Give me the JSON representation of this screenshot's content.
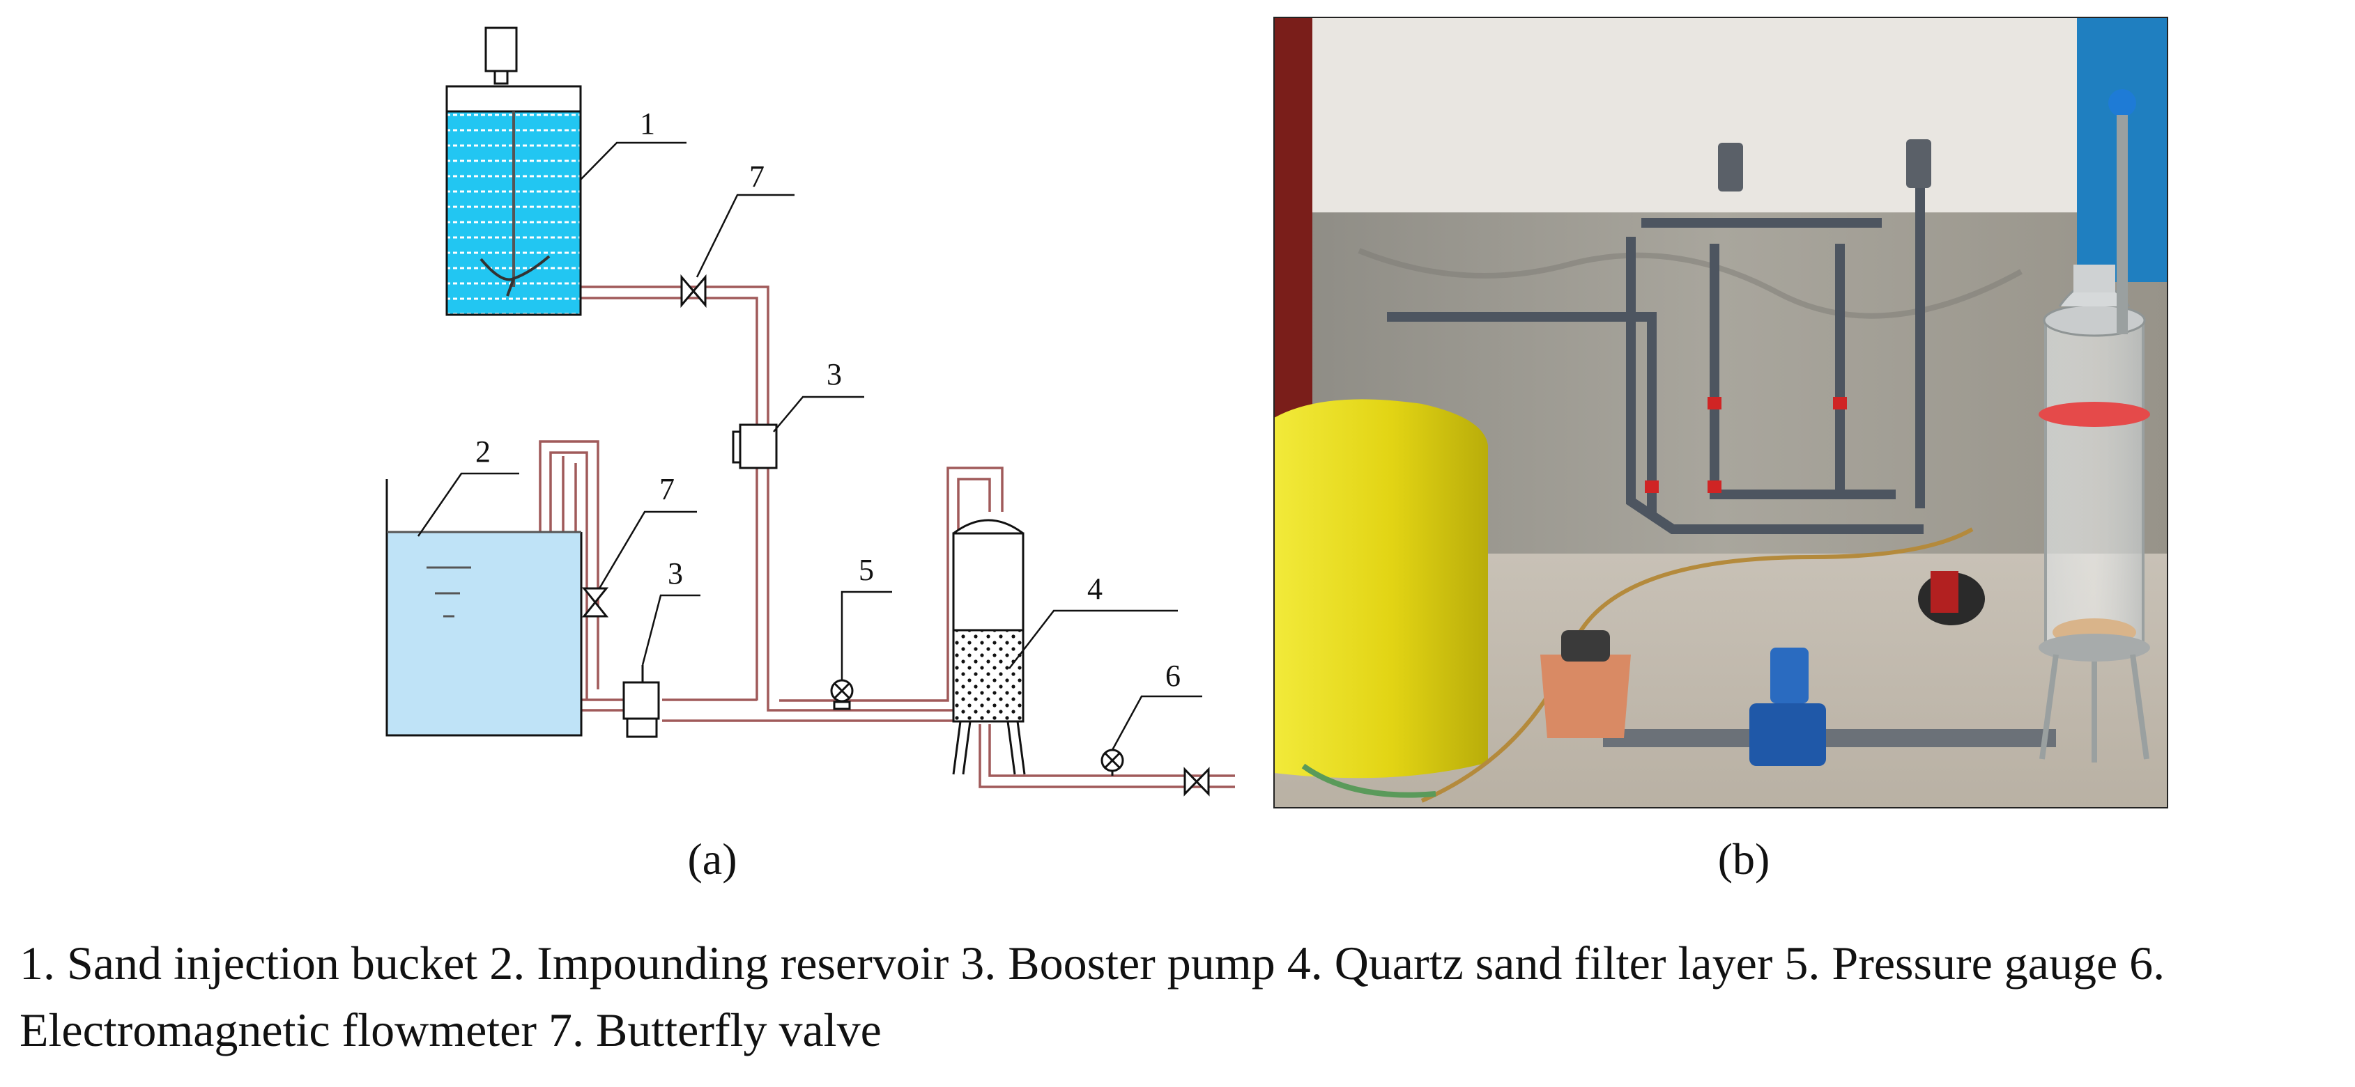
{
  "panel_a": {
    "label": "(a)",
    "numbers": {
      "sand_bucket": "1",
      "reservoir": "2",
      "pump_upper": "3",
      "pump_lower": "3",
      "filter": "4",
      "pressure_gauge": "5",
      "flowmeter": "6",
      "valve_upper": "7",
      "valve_lower": "7"
    }
  },
  "panel_b": {
    "label": "(b)"
  },
  "caption": "1. Sand injection bucket 2. Impounding reservoir 3. Booster pump 4. Quartz sand filter layer 5. Pressure gauge 6. Electromagnetic flowmeter 7. Butterfly valve",
  "colors": {
    "pipe": "#a05a5a",
    "tank_fill": "#22c6f2",
    "reservoir_fill": "#bfe3f7",
    "ink": "#111111",
    "yellow_tank": "#e6dc1a"
  }
}
